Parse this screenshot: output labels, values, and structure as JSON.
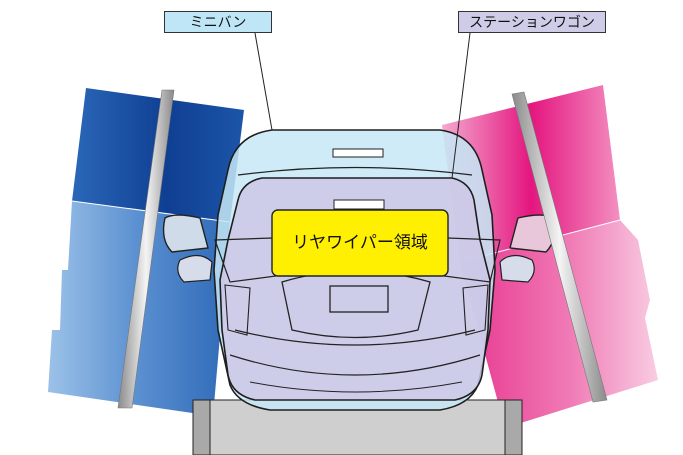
{
  "labels": {
    "minivan": "ミニバン",
    "station_wagon": "ステーションワゴン",
    "rear_wiper_area": "リヤワイパー領域"
  },
  "colors": {
    "minivan_fill": "#c6e8f6",
    "wagon_fill": "#cdc7e6",
    "wiper_area": "#ffef00",
    "left_curtain_dark": "#0f3f93",
    "left_curtain_light": "#8db6e0",
    "right_curtain_dark": "#e4167f",
    "right_curtain_light": "#f5bfda",
    "pole": "#c8c8c8"
  }
}
